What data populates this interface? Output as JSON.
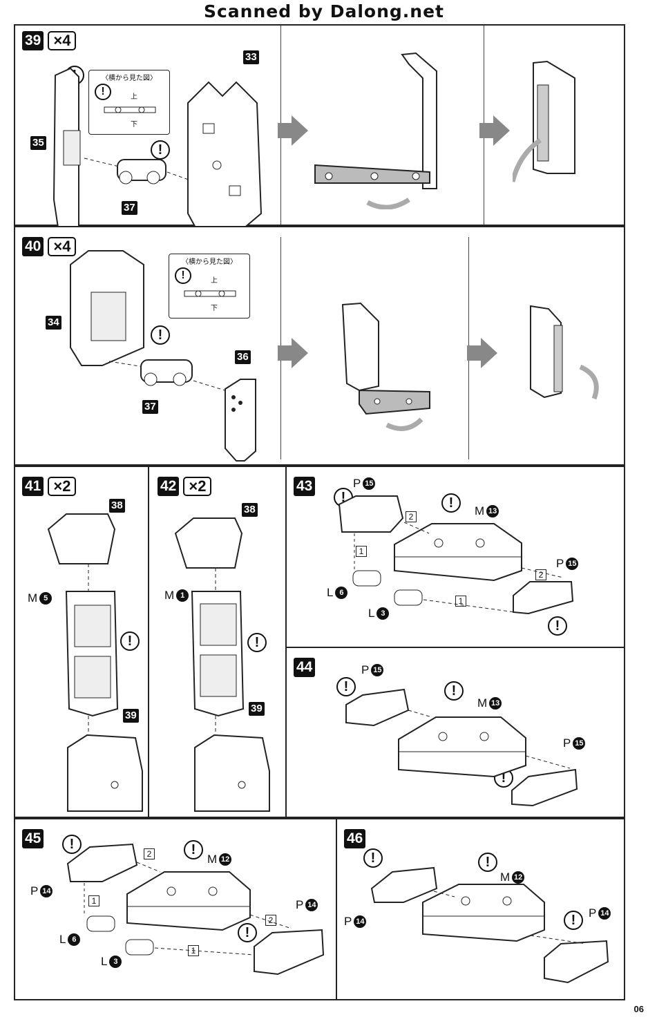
{
  "header": "Scanned by Dalong.net",
  "page_number": "06",
  "side_view_label": "〈横から見た図〉",
  "up_label": "上",
  "down_label": "下",
  "warning_symbol": "!",
  "steps": {
    "s39": {
      "num": "39",
      "qty": "×4",
      "parts": [
        "33",
        "35",
        "37"
      ]
    },
    "s40": {
      "num": "40",
      "qty": "×4",
      "parts": [
        "34",
        "36",
        "37"
      ]
    },
    "s41": {
      "num": "41",
      "qty": "×2",
      "parts": [
        "38",
        "39"
      ],
      "runner": "M",
      "runner_num": "5"
    },
    "s42": {
      "num": "42",
      "qty": "×2",
      "parts": [
        "38",
        "39"
      ],
      "runner": "M",
      "runner_num": "1"
    },
    "s43": {
      "num": "43",
      "P": "P",
      "P_num": "15",
      "M": "M",
      "M_num": "13",
      "L": "L",
      "L_a": "6",
      "L_b": "3",
      "o1": "1",
      "o2": "2"
    },
    "s44": {
      "num": "44",
      "P": "P",
      "P_num": "15",
      "M": "M",
      "M_num": "13"
    },
    "s45": {
      "num": "45",
      "P": "P",
      "P_num": "14",
      "M": "M",
      "M_num": "12",
      "L": "L",
      "L_a": "6",
      "L_b": "3",
      "o1": "1",
      "o2": "2"
    },
    "s46": {
      "num": "46",
      "P": "P",
      "P_num": "14",
      "M": "M",
      "M_num": "12"
    }
  }
}
